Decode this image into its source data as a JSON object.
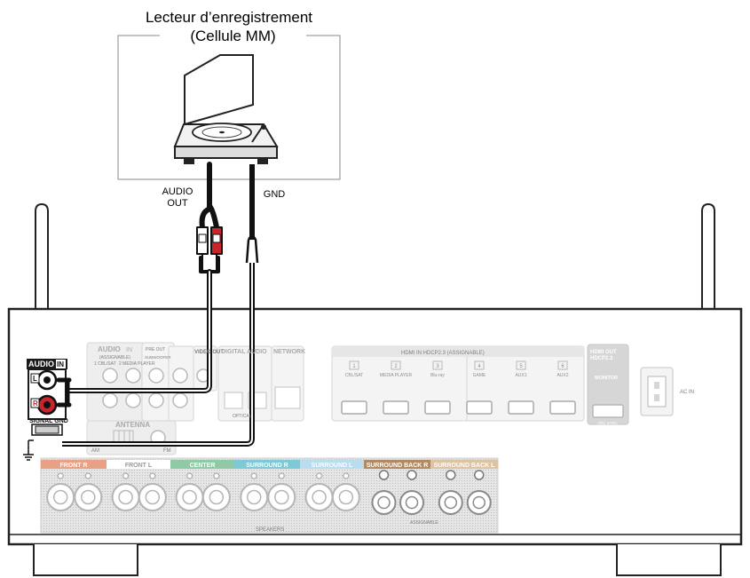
{
  "device": {
    "title_line1": "Lecteur d’enregistrement",
    "title_line2": "(Cellule MM)"
  },
  "cables": {
    "audio_out_line1": "AUDIO",
    "audio_out_line2": "OUT",
    "gnd": "GND"
  },
  "receiver": {
    "audio_in_prefix": "AUDIO",
    "audio_in_suffix": "IN",
    "left_channel": "L",
    "right_channel": "R",
    "signal_gnd": "SIGNAL GND",
    "audio_in_group": "AUDIO",
    "audio_in_group_tag": "IN",
    "assignable": "(ASSIGNABLE)",
    "cbl_sat_1": "1 CBL/SAT",
    "media_player_2": "2  MEDIA PLAYER",
    "pre_out": "PRE OUT",
    "subwoofer": "SUBWOOFER",
    "video_out": "VIDEO OUT",
    "digital_audio": "DIGITAL AUDIO",
    "optical": "OPTICAL",
    "network": "NETWORK",
    "antenna": "ANTENNA",
    "am": "AM",
    "fm": "FM",
    "hdmi_in_header": "HDMI  IN  HDCP2.3   (ASSIGNABLE)",
    "hdmi_ports": [
      {
        "num": "1",
        "name": "CBL/SAT"
      },
      {
        "num": "2",
        "name": "MEDIA PLAYER"
      },
      {
        "num": "3",
        "name": "Blu-ray"
      },
      {
        "num": "4",
        "name": "GAME"
      },
      {
        "num": "5",
        "name": "AUX1"
      },
      {
        "num": "6",
        "name": "AUX2"
      }
    ],
    "hdmi_out_header": "HDMI OUT",
    "hdmi_out_hdcp": "HDCP2.3",
    "monitor": "MONITOR",
    "arc": "ARC eARC",
    "ac_in": "AC IN",
    "speakers": [
      {
        "label": "FRONT R",
        "color": "#e8a184"
      },
      {
        "label": "FRONT L",
        "color": "#ffffff"
      },
      {
        "label": "CENTER",
        "color": "#8fc9a5"
      },
      {
        "label": "SURROUND R",
        "color": "#7fc8d6"
      },
      {
        "label": "SURROUND L",
        "color": "#b9dcef"
      },
      {
        "label": "SURROUND BACK R",
        "color": "#b08a64"
      },
      {
        "label": "SURROUND BACK L",
        "color": "#dcc3a6"
      }
    ],
    "speakers_footer": "SPEAKERS",
    "assignable_footer": "ASSIGNABLE"
  }
}
